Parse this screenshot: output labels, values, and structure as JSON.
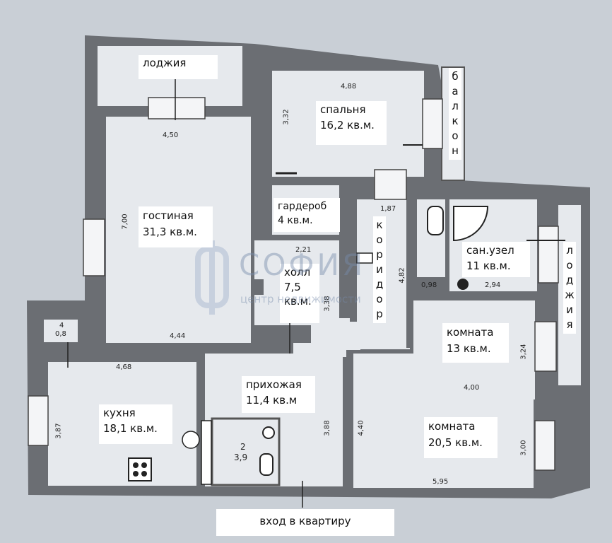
{
  "rooms": {
    "loggia_top": "лоджия",
    "bedroom_name": "спальня",
    "bedroom_area": "16,2 кв.м.",
    "living_name": "гостиная",
    "living_area": "31,3 кв.м.",
    "wardrobe_name": "гардероб",
    "wardrobe_area": "4 кв.м.",
    "hall_name": "холл",
    "hall_area_num": "7,5",
    "hall_area_unit": "кв.м.",
    "bathroom_name": "сан.узел",
    "bathroom_area": "11 кв.м.",
    "room1_name": "комната",
    "room1_area": "13 кв.м.",
    "entry_name": "прихожая",
    "entry_area": "11,4 кв.м",
    "kitchen_name": "кухня",
    "kitchen_area": "18,1 кв.м.",
    "room2_name": "комната",
    "room2_area": "20,5 кв.м.",
    "entrance": "вход в квартиру",
    "wc_num": "2",
    "wc_area": "3,9",
    "closet_num": "4",
    "closet_area": "0,8"
  },
  "vertical_labels": {
    "balcony": [
      "б",
      "а",
      "л",
      "к",
      "о",
      "н"
    ],
    "corridor": [
      "к",
      "о",
      "р",
      "и",
      "д",
      "о",
      "р"
    ],
    "loggia_right": [
      "л",
      "о",
      "д",
      "ж",
      "и",
      "я"
    ]
  },
  "dimensions": {
    "d488": "4,88",
    "d450": "4,50",
    "d332": "3,32",
    "d700": "7,00",
    "d187": "1,87",
    "d221": "2,21",
    "d444": "4,44",
    "d482": "4,82",
    "d338": "3,38",
    "d098": "0,98",
    "d294": "2,94",
    "d324": "3,24",
    "d468": "4,68",
    "d400": "4,00",
    "d387": "3,87",
    "d388": "3,88",
    "d440": "4,40",
    "d300": "3,00",
    "d595": "5,95"
  },
  "watermark": {
    "brand": "СОФИЯ",
    "sub": "центр недвижимости"
  },
  "colors": {
    "wall": "#6b6e73",
    "floor": "#e6e9ed",
    "background": "#c9cfd6",
    "watermark": "#8ea4c4"
  }
}
